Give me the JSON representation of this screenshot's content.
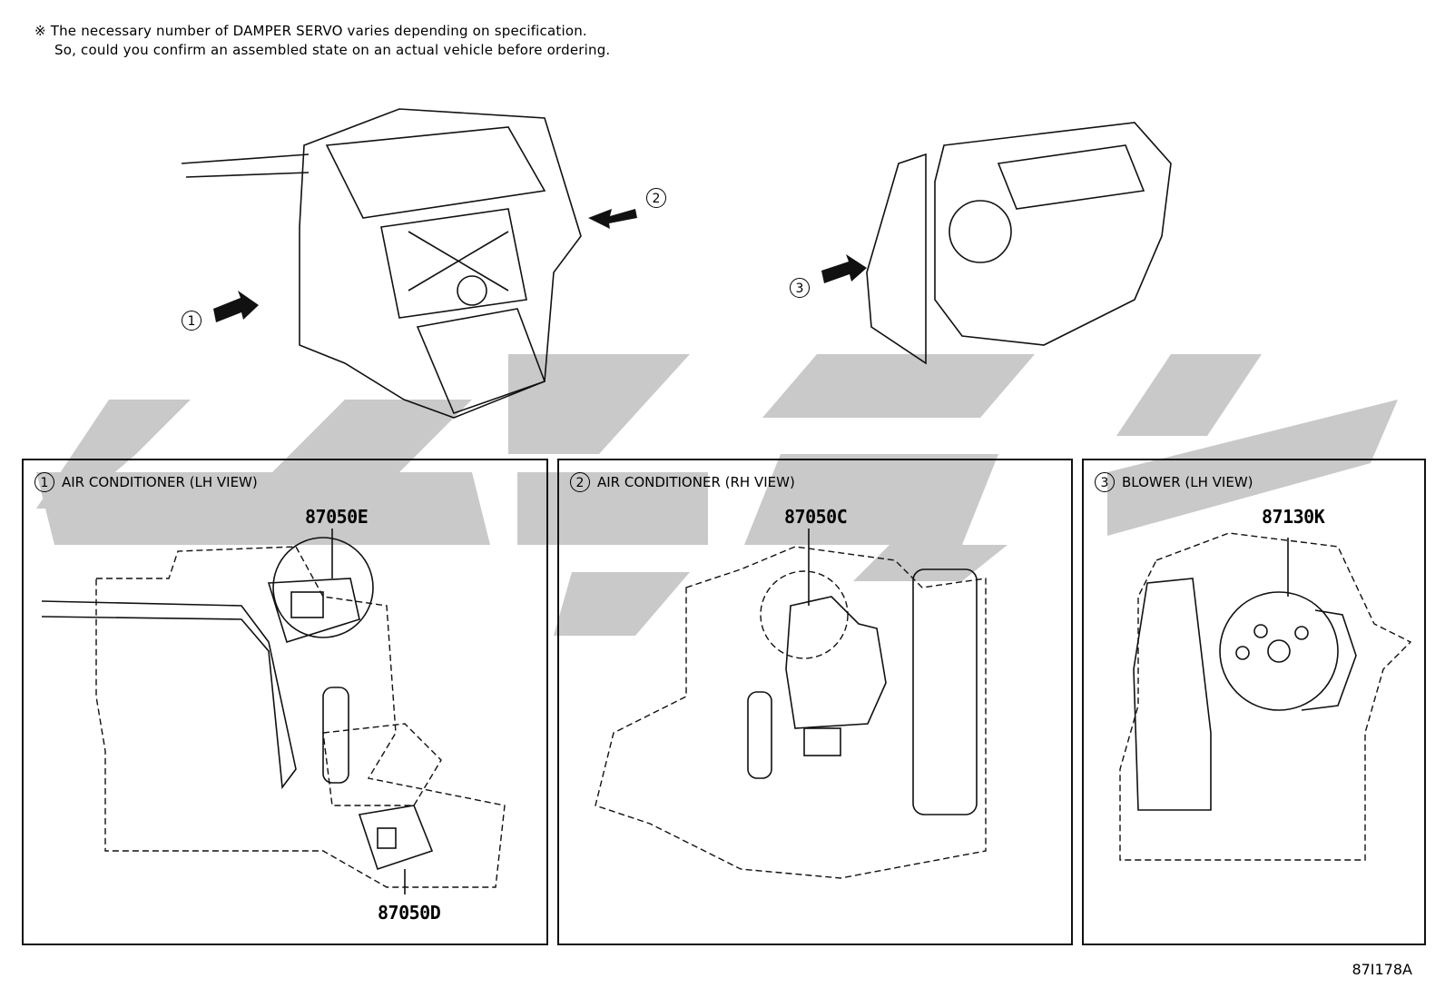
{
  "note": {
    "line1": "※ The necessary number of DAMPER SERVO varies depending on specification.",
    "line2": "So, could you confirm an assembled state on an actual vehicle before ordering."
  },
  "overview": {
    "callouts": [
      "1",
      "2",
      "3"
    ]
  },
  "panels": [
    {
      "num": "1",
      "title": "AIR CONDITIONER (LH VIEW)",
      "parts": [
        "87050E",
        "87050D"
      ]
    },
    {
      "num": "2",
      "title": "AIR CONDITIONER (RH VIEW)",
      "parts": [
        "87050C"
      ]
    },
    {
      "num": "3",
      "title": "BLOWER (LH VIEW)",
      "parts": [
        "87130K"
      ]
    }
  ],
  "diagram_ref": "87I178A",
  "watermark_color": "#c8c8c8"
}
